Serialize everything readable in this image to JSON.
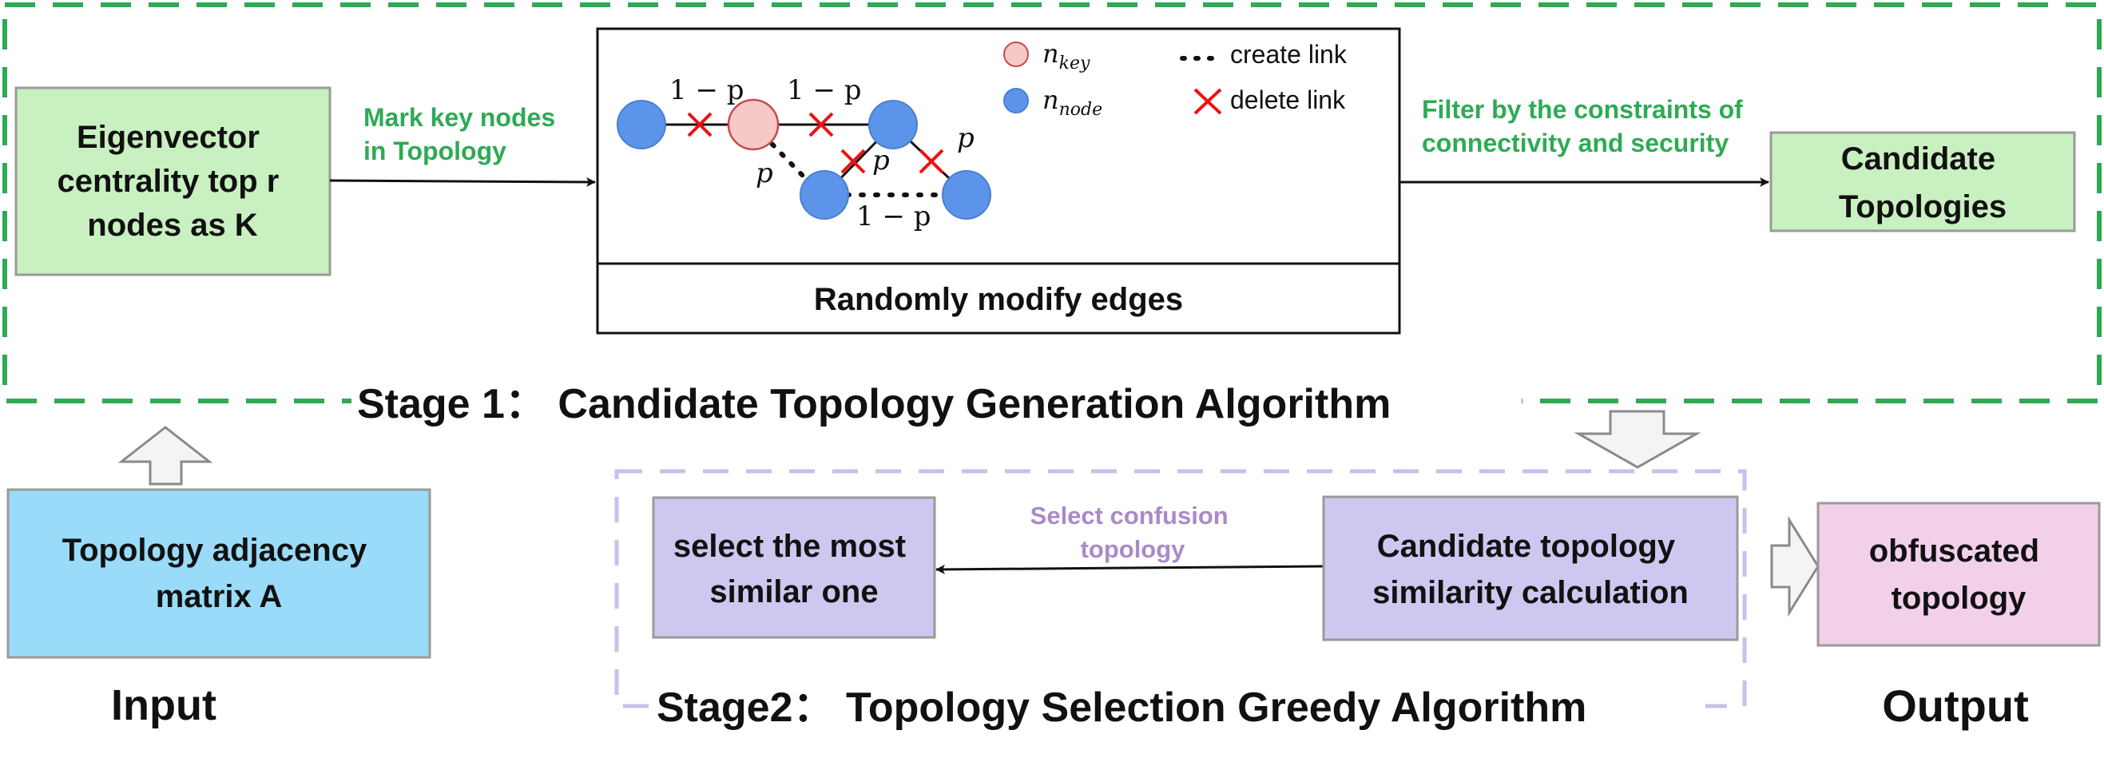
{
  "stage1": {
    "title": "Stage 1： Candidate Topology Generation Algorithm",
    "eigen_box": [
      "Eigenvector",
      "centrality top r",
      "nodes as K"
    ],
    "mark_label": [
      "Mark key nodes",
      "in Topology"
    ],
    "filter_label": [
      "Filter by the constraints of",
      "connectivity and security"
    ],
    "candidate_box": [
      "Candidate",
      "Topologies"
    ],
    "random_caption": "Randomly modify edges"
  },
  "legend": {
    "key_node": "n",
    "key_node_sub": "key",
    "node": "n",
    "node_sub": "node",
    "create_link": "create link",
    "delete_link": "delete link"
  },
  "edge_labels": {
    "one_minus_p": "1 − p",
    "p": "p"
  },
  "input_box": [
    "Topology adjacency",
    "matrix A"
  ],
  "input_label": "Input",
  "stage2": {
    "title": "Stage2： Topology Selection Greedy Algorithm",
    "select_box": [
      "select the most",
      "similar one"
    ],
    "select_label": [
      "Select confusion",
      "topology"
    ],
    "similarity_box": [
      "Candidate topology",
      "similarity calculation"
    ]
  },
  "output_box": [
    "obfuscated",
    "topology"
  ],
  "output_label": "Output",
  "colors": {
    "stage1_border": "#2eaa55",
    "stage2_border": "#c8c0ea",
    "green_fill": "#c9f0c0",
    "blue_fill": "#99dbf8",
    "purple_fill": "#ccc8f0",
    "pink_fill": "#f2d0ea",
    "node_blue": "#5b94e8",
    "node_key": "#f6c9c9",
    "cross_red": "#ee1111",
    "green_text": "#2eaa55",
    "purple_text": "#a98ac9"
  }
}
